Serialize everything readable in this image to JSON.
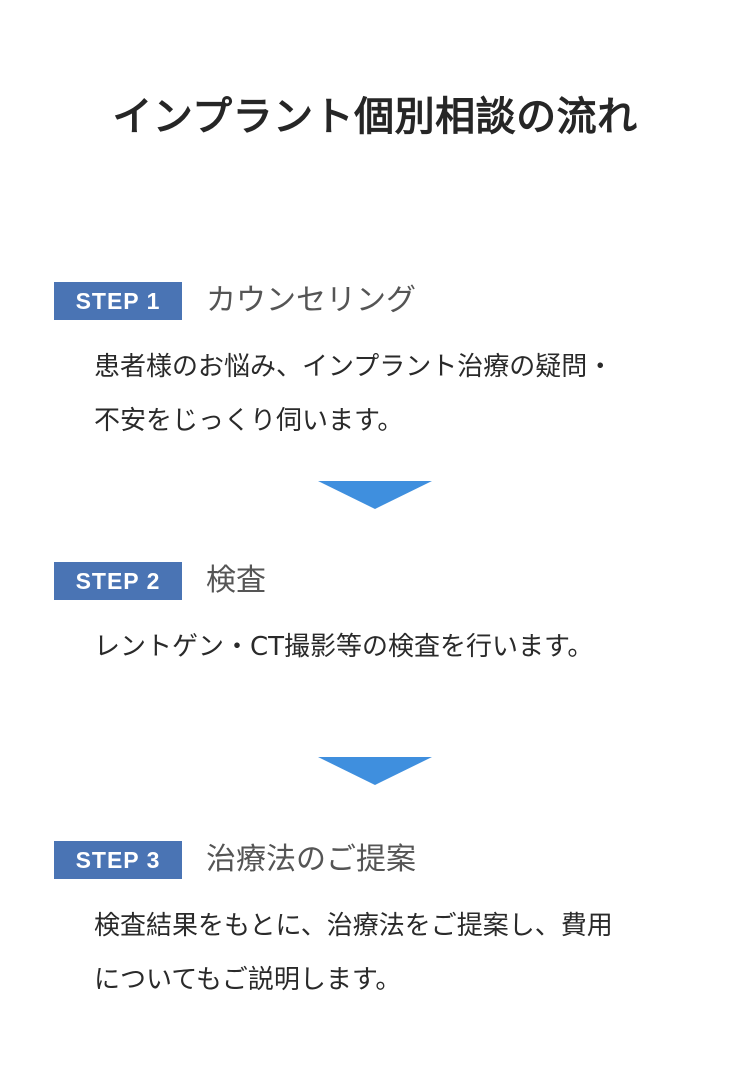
{
  "title": "インプラント個別相談の流れ",
  "steps": [
    {
      "badge": "STEP 1",
      "title": "カウンセリング",
      "description": [
        "患者様のお悩み、インプラント治療の疑問・",
        "不安をじっくり伺います。"
      ]
    },
    {
      "badge": "STEP 2",
      "title": "検査",
      "description": [
        "レントゲン・CT撮影等の検査を行います。"
      ]
    },
    {
      "badge": "STEP 3",
      "title": "治療法のご提案",
      "description": [
        "検査結果をもとに、治療法をご提案し、費用",
        "についてもご説明します。"
      ]
    }
  ],
  "colors": {
    "badge": "#4a74b4",
    "arrow": "#3f8fde"
  },
  "icons": {
    "arrow": "chevron-down-triangle-icon"
  }
}
